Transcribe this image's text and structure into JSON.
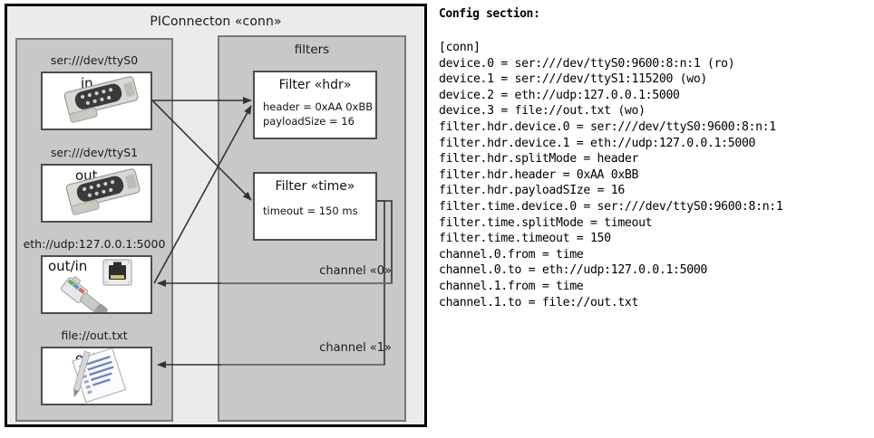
{
  "diagram": {
    "title": "PIConnecton «conn»",
    "devices_group": {
      "title": "",
      "items": [
        {
          "label": "ser:///dev/ttyS0",
          "io": "in",
          "icon": "serial-port-icon"
        },
        {
          "label": "ser:///dev/ttyS1",
          "io": "out",
          "icon": "serial-port-icon"
        },
        {
          "label": "eth://udp:127.0.0.1:5000",
          "io": "out/in",
          "icon": "network-jack-icon"
        },
        {
          "label": "file://out.txt",
          "io": "out",
          "icon": "text-document-icon"
        }
      ]
    },
    "filters_group": {
      "title": "filters",
      "items": [
        {
          "title": "Filter «hdr»",
          "props": [
            "header = 0xAA 0xBB",
            "payloadSize = 16"
          ]
        },
        {
          "title": "Filter «time»",
          "props": [
            "timeout = 150 ms"
          ]
        }
      ]
    },
    "channels": [
      {
        "label": "channel «0»"
      },
      {
        "label": "channel «1»"
      }
    ],
    "colors": {
      "canvas": "#ffffff",
      "outer_fill": "#ebebeb",
      "group_fill": "#c8c8c8",
      "group_border": "#7a7a7a",
      "box_fill": "#ffffff",
      "box_border": "#4d4d4d",
      "stroke": "#333333",
      "frame_border": "#000000"
    }
  },
  "config": {
    "heading": "Config section:",
    "lines": [
      "[conn]",
      "device.0 = ser:///dev/ttyS0:9600:8:n:1 (ro)",
      "device.1 = ser:///dev/ttyS1:115200 (wo)",
      "device.2 = eth://udp:127.0.0.1:5000",
      "device.3 = file://out.txt (wo)",
      "filter.hdr.device.0 = ser:///dev/ttyS0:9600:8:n:1",
      "filter.hdr.device.1 = eth://udp:127.0.0.1:5000",
      "filter.hdr.splitMode = header",
      "filter.hdr.header = 0xAA 0xBB",
      "filter.hdr.payloadSIze = 16",
      "filter.time.device.0 = ser:///dev/ttyS0:9600:8:n:1",
      "filter.time.splitMode = timeout",
      "filter.time.timeout = 150",
      "channel.0.from = time",
      "channel.0.to = eth://udp:127.0.0.1:5000",
      "channel.1.from = time",
      "channel.1.to = file://out.txt"
    ]
  }
}
